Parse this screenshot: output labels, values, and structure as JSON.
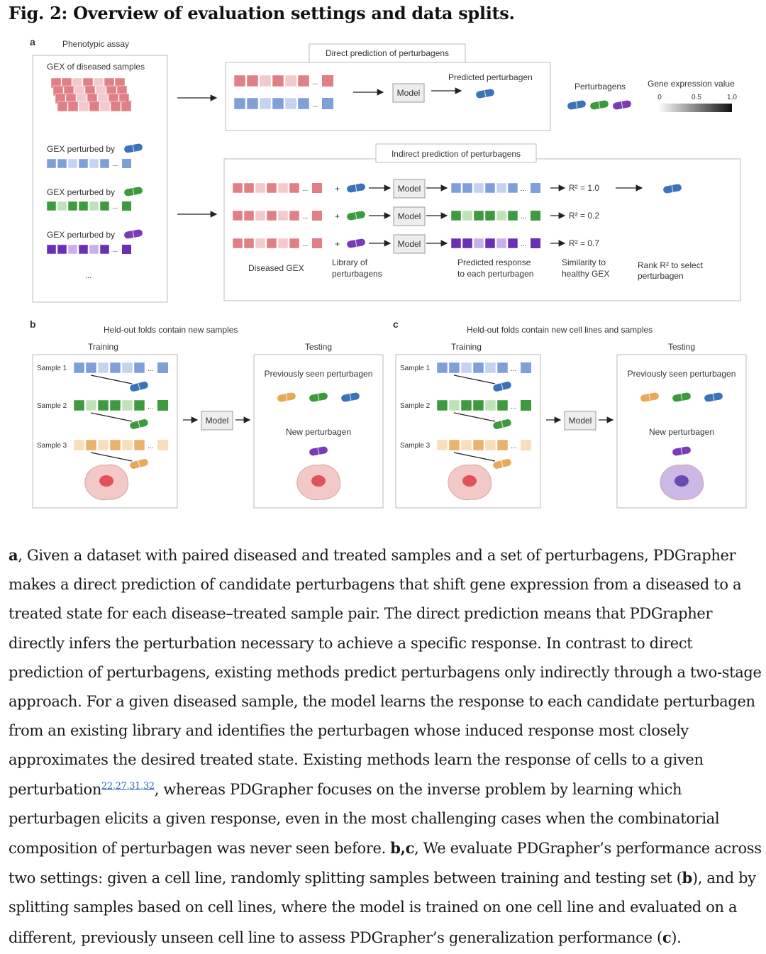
{
  "figure": {
    "title": "Fig. 2: Overview of evaluation settings and data splits.",
    "colors": {
      "diseased": "#e07f86",
      "diseased_light": "#f3c9cc",
      "blue": "#7f9fd8",
      "blue_light": "#c4d3ef",
      "green": "#3e9a3e",
      "green_light": "#bfe3b8",
      "purple": "#6a2fb5",
      "purple_light": "#c9b0ea",
      "orange": "#e9b26d",
      "orange_light": "#f7dfbd",
      "pill_blue": "#3b73b9",
      "pill_green": "#3c9a3c",
      "pill_purple": "#7b3bb6",
      "pill_orange": "#e8a85a"
    },
    "panel_a": {
      "letter": "a",
      "phenotypic_assay": "Phenotypic assay",
      "gex_diseased": "GEX of diseased samples",
      "gex_perturbed_1": "GEX perturbed by",
      "gex_perturbed_2": "GEX perturbed by",
      "gex_perturbed_3": "GEX perturbed by",
      "ellipsis": "...",
      "direct_title": "Direct prediction of perturbagens",
      "predicted_perturbagen": "Predicted perturbagen",
      "model": "Model",
      "indirect_title": "Indirect prediction of perturbagens",
      "r2_values": [
        "R² = 1.0",
        "R² = 0.2",
        "R² = 0.7"
      ],
      "diseased_gex": "Diseased GEX",
      "library_line1": "Library of",
      "library_line2": "perturbagens",
      "predicted_response_line1": "Predicted response",
      "predicted_response_line2": "to each perturbagen",
      "similarity_line1": "Similarity to",
      "similarity_line2": "healthy GEX",
      "rank_line1": "Rank R² to select",
      "rank_line2": "perturbagen",
      "legend_perturbagens": "Perturbagens",
      "legend_gex": "Gene expression value",
      "legend_ticks": [
        "0",
        "0.5",
        "1.0"
      ]
    },
    "panel_b": {
      "letter": "b",
      "heading": "Held-out folds contain new samples",
      "training": "Training",
      "testing": "Testing",
      "samples": [
        "Sample 1",
        "Sample 2",
        "Sample 3"
      ],
      "model": "Model",
      "previously_seen": "Previously seen perturbagen",
      "new_perturbagen": "New perturbagen"
    },
    "panel_c": {
      "letter": "c",
      "heading": "Held-out folds contain new cell lines and samples",
      "training": "Training",
      "testing": "Testing",
      "samples": [
        "Sample 1",
        "Sample 2",
        "Sample 3"
      ],
      "model": "Model",
      "previously_seen": "Previously seen perturbagen",
      "new_perturbagen": "New perturbagen"
    }
  },
  "caption": {
    "a_letter": "a",
    "a_text": ", Given a dataset with paired diseased and treated samples and a set of perturbagens, PDGrapher makes a direct prediction of candidate perturbagens that shift gene expression from a diseased to a treated state for each disease–treated sample pair. The direct prediction means that PDGrapher directly infers the perturbation necessary to achieve a specific response. In contrast to direct prediction of perturbagens, existing methods predict perturbagens only indirectly through a two-stage approach. For a given diseased sample, the model learns the response to each candidate perturbagen from an existing library and identifies the perturbagen whose induced response most closely approximates the desired treated state. Existing methods learn the response of cells to a given perturbation",
    "refs": [
      "22",
      "27",
      "31",
      "32"
    ],
    "after_refs": ", whereas PDGrapher focuses on the inverse problem by learning which perturbagen elicits a given response, even in the most challenging cases when the combinatorial composition of perturbagen was never seen before. ",
    "bc_letters": "b,c",
    "bc_text": ", We evaluate PDGrapher’s performance across two settings: given a cell line, randomly splitting samples between training and testing set (",
    "b_paren": "b",
    "mid_text": "), and by splitting samples based on cell lines, where the model is trained on one cell line and evaluated on a different, previously unseen cell line to assess PDGrapher’s generalization performance (",
    "c_paren": "c",
    "end_text": ")."
  }
}
